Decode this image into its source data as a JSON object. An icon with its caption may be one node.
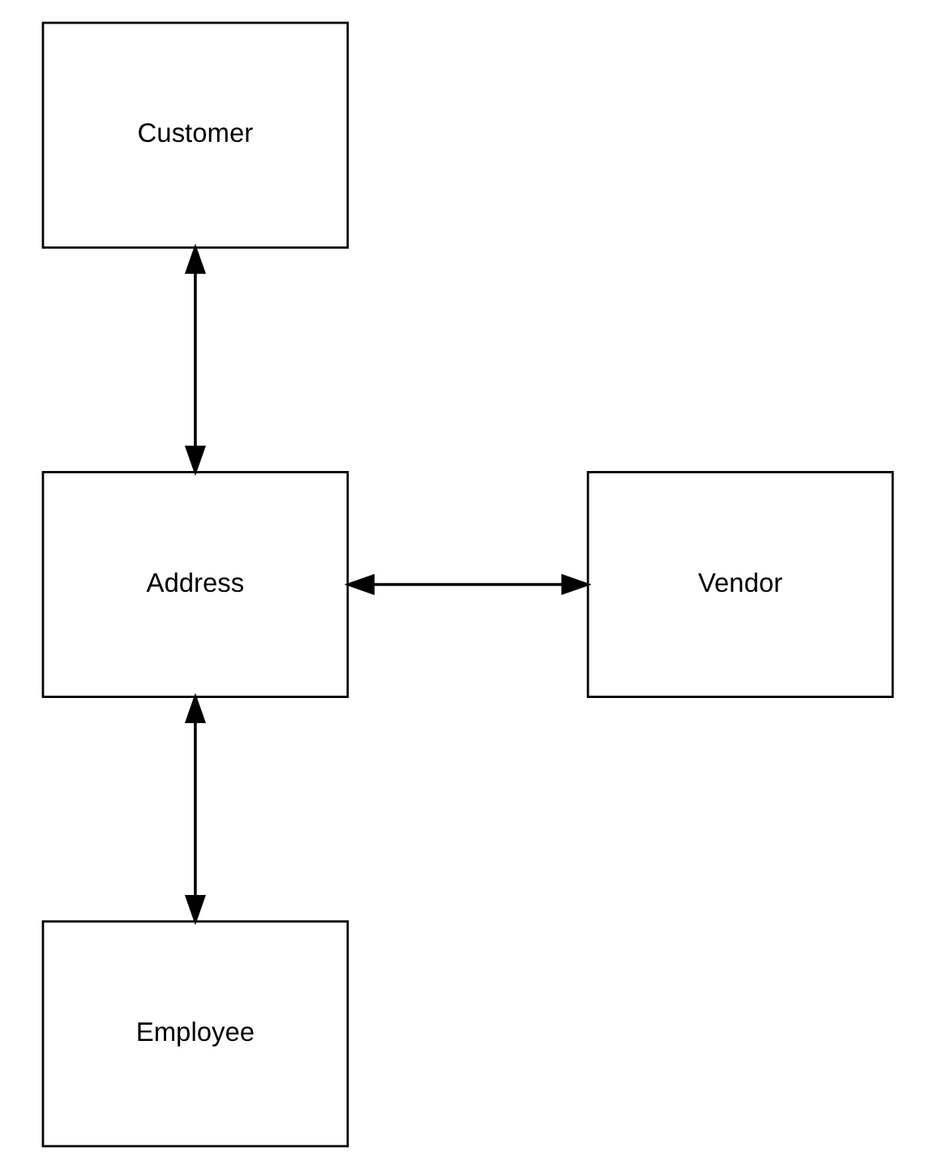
{
  "diagram": {
    "nodes": [
      {
        "text": [
          "Customer"
        ]
      },
      {
        "text": [
          "Address"
        ]
      },
      {
        "text": [
          "Vendor"
        ]
      },
      {
        "text": [
          "Employee"
        ]
      }
    ],
    "edges": [
      {
        "from": 0,
        "to": 1,
        "arrow": "both"
      },
      {
        "from": 1,
        "to": 2,
        "arrow": "both"
      },
      {
        "from": 1,
        "to": 3,
        "arrow": "both"
      }
    ]
  }
}
